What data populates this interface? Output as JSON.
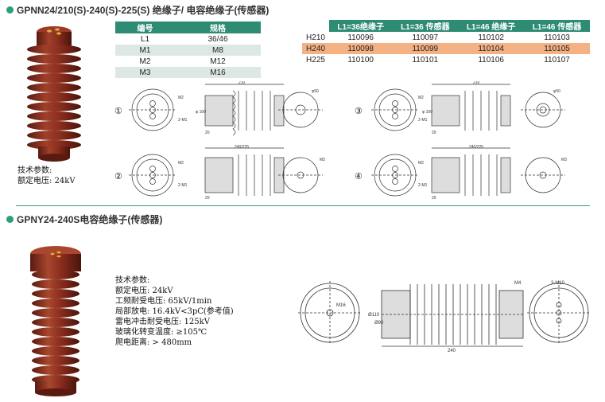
{
  "section1": {
    "title": "GPNN24/210(S)-240(S)-225(S) 绝缘子/ 电容绝缘子(传感器)",
    "spec_title": "技术参数:",
    "spec_lines": [
      "额定电压:  24kV"
    ]
  },
  "table1": {
    "headers": [
      "编号",
      "规格"
    ],
    "rows": [
      [
        "L1",
        "36/46"
      ],
      [
        "M1",
        "M8"
      ],
      [
        "M2",
        "M12"
      ],
      [
        "M3",
        "M16"
      ]
    ]
  },
  "table2": {
    "headers": [
      "",
      "L1=36绝缘子",
      "L1=36 传感器",
      "L1=46 绝缘子",
      "L1=46 传感器"
    ],
    "rows": [
      [
        "H210",
        "110096",
        "110097",
        "110102",
        "110103"
      ],
      [
        "H240",
        "110098",
        "110099",
        "110104",
        "110105"
      ],
      [
        "H225",
        "110100",
        "110101",
        "110106",
        "110107"
      ]
    ]
  },
  "diagrams": {
    "labels": [
      "①",
      "②",
      "③",
      "④"
    ],
    "dim_top": "210",
    "dim_bottom": "240/225",
    "label_m2": "M2",
    "label_m3": "M3",
    "label_2m1": "2-M1",
    "label_20": "20",
    "label_50": "φ50",
    "label_100": "φ 100"
  },
  "section2": {
    "title": "GPNY24-240S电容绝缘子(传感器)",
    "spec_title": "技术参数:",
    "spec_lines": [
      "额定电压:  24kV",
      "工频耐受电压:  65kV/1min",
      "局部放电:  16.4kV<3pC(参考值)",
      "雷电冲击耐受电压:  125kV",
      "玻璃化转变温度:  ≥105℃",
      "爬电距离:  > 480mm"
    ],
    "drawing": {
      "m16": "M16",
      "m4": "M4",
      "m10": "3-M10",
      "d110": "Ø110",
      "d90": "Ø90",
      "len": "240"
    }
  },
  "colors": {
    "accent": "#2e8b74",
    "insulator": "#8b2e1e",
    "highlight_row": "#f4b183"
  }
}
